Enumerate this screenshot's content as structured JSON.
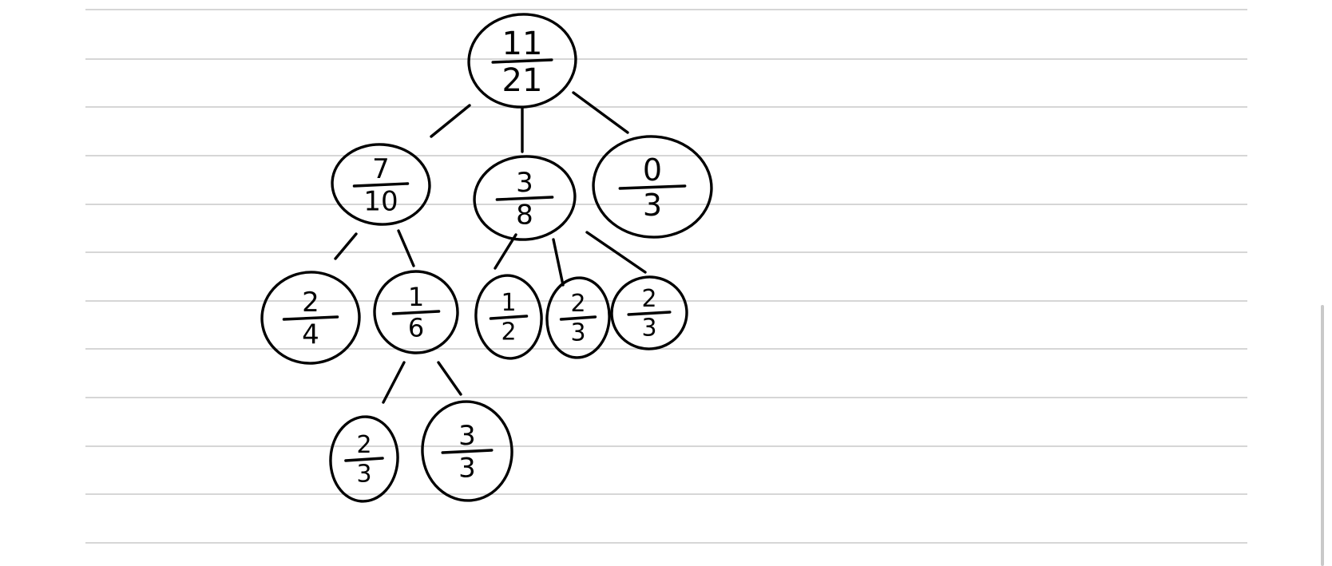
{
  "note": {
    "paper_color": "#ffffff",
    "rule_color": "#c8c8c8",
    "ink_color": "#000000"
  },
  "tree": {
    "nodes": [
      {
        "id": "root",
        "numerator": "11",
        "denominator": "21"
      },
      {
        "id": "n-7-10",
        "numerator": "7",
        "denominator": "10"
      },
      {
        "id": "n-3-8",
        "numerator": "3",
        "denominator": "8"
      },
      {
        "id": "n-0-3",
        "numerator": "0",
        "denominator": "3"
      },
      {
        "id": "n-2-4",
        "numerator": "2",
        "denominator": "4"
      },
      {
        "id": "n-1-6",
        "numerator": "1",
        "denominator": "6"
      },
      {
        "id": "n-1-2",
        "numerator": "1",
        "denominator": "2"
      },
      {
        "id": "n-2-3-a",
        "numerator": "2",
        "denominator": "3"
      },
      {
        "id": "n-2-3-b",
        "numerator": "2",
        "denominator": "3"
      },
      {
        "id": "n-2-3-c",
        "numerator": "2",
        "denominator": "3"
      },
      {
        "id": "n-3-3",
        "numerator": "3",
        "denominator": "3"
      }
    ],
    "edges": [
      [
        "root",
        "n-7-10"
      ],
      [
        "root",
        "n-3-8"
      ],
      [
        "root",
        "n-0-3"
      ],
      [
        "n-7-10",
        "n-2-4"
      ],
      [
        "n-7-10",
        "n-1-6"
      ],
      [
        "n-3-8",
        "n-1-2"
      ],
      [
        "n-3-8",
        "n-2-3-a"
      ],
      [
        "n-3-8",
        "n-2-3-b"
      ],
      [
        "n-1-6",
        "n-2-3-c"
      ],
      [
        "n-1-6",
        "n-3-3"
      ]
    ]
  }
}
